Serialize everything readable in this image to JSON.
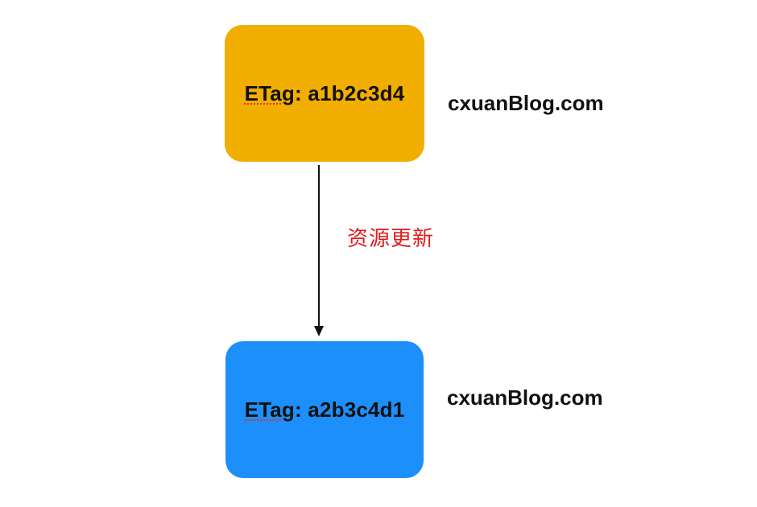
{
  "nodes": [
    {
      "etag_key": "ETag",
      "etag_rest": ": a1b2c3d4",
      "domain": "cxuanBlog.com",
      "color": "#f2ae00"
    },
    {
      "etag_key": "ETag",
      "etag_rest": ": a2b3c4d1",
      "domain": "cxuanBlog.com",
      "color": "#1c8ffa"
    }
  ],
  "edge": {
    "label": "资源更新",
    "label_color": "#e01b1b"
  }
}
